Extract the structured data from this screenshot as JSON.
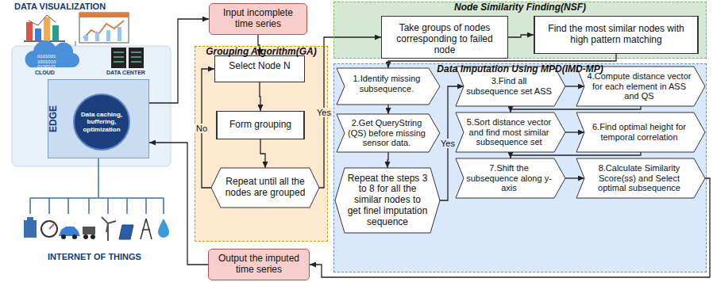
{
  "diagram": {
    "nodes": [
      {
        "text": [
          "EDGE"
        ]
      },
      {
        "text": [
          "Data caching, buffering, optimization"
        ],
        "in": 0
      },
      {
        "text": [
          "Input incomplete time series"
        ]
      },
      {
        "text": [
          "Grouping Algorithm(GA)"
        ]
      },
      {
        "text": [
          "Select Node N"
        ],
        "in": 3
      },
      {
        "text": [
          "Form grouping"
        ],
        "in": 3
      },
      {
        "text": [
          "Repeat until all the nodes are grouped"
        ],
        "in": 3
      },
      {
        "text": [
          "Output the imputed time series"
        ]
      },
      {
        "text": [
          "Node Similarity Finding(NSF)"
        ]
      },
      {
        "text": [
          "Take groups of nodes corresponding to failed node"
        ],
        "in": 8
      },
      {
        "text": [
          "Find the most similar nodes with high pattern matching"
        ],
        "in": 8
      },
      {
        "text": [
          "Data Imputation Using MPD(IMD-MP)"
        ]
      },
      {
        "text": [
          "1.Identify missing subsequence."
        ],
        "in": 11
      },
      {
        "text": [
          "2.Get QueryString (QS) before missing sensor data."
        ],
        "in": 11
      },
      {
        "text": [
          "Repeat the steps 3 to 8 for all the similar nodes to get finel imputation sequence"
        ],
        "in": 11
      },
      {
        "text": [
          "3.Find all subsequence set ASS"
        ],
        "in": 11
      },
      {
        "text": [
          "4.Compute distance vector for each element in ASS and QS"
        ],
        "in": 11
      },
      {
        "text": [
          "5.Sort distance vector and find most similar subsequence set"
        ],
        "in": 11
      },
      {
        "text": [
          "6.Find optimal height for temporal correlation"
        ],
        "in": 11
      },
      {
        "text": [
          "7.Shift the subsequence along y-axis"
        ],
        "in": 11
      },
      {
        "text": [
          "8.Calculate Similarity Score(ss) and Select optimal subsequence"
        ],
        "in": 11
      }
    ],
    "edges": [
      {
        "from": 0,
        "to": 2,
        "arrow": "to"
      },
      {
        "from": 2,
        "to": 4,
        "arrow": "to"
      },
      {
        "from": 4,
        "to": 5,
        "arrow": "to"
      },
      {
        "from": 5,
        "to": 6,
        "arrow": "to"
      },
      {
        "from": 6,
        "to": 4,
        "label": "No",
        "arrow": "to"
      },
      {
        "from": 6,
        "to": 9,
        "label": "Yes",
        "arrow": "to"
      },
      {
        "from": 9,
        "to": 10,
        "arrow": "to"
      },
      {
        "from": 10,
        "to": 12,
        "arrow": "to"
      },
      {
        "from": 12,
        "to": 13,
        "arrow": "to"
      },
      {
        "from": 13,
        "to": 14,
        "arrow": "to"
      },
      {
        "from": 14,
        "to": 15,
        "label": "Yes",
        "arrow": "to"
      },
      {
        "from": 15,
        "to": 16,
        "arrow": "to"
      },
      {
        "from": 16,
        "to": 17,
        "arrow": "to"
      },
      {
        "from": 17,
        "to": 18,
        "arrow": "to"
      },
      {
        "from": 18,
        "to": 19,
        "arrow": "to"
      },
      {
        "from": 19,
        "to": 20,
        "arrow": "to"
      },
      {
        "from": 20,
        "to": 7,
        "arrow": "to"
      },
      {
        "from": 7,
        "to": 0,
        "arrow": "to"
      }
    ],
    "labels": [
      "DATA VISUALIZATION",
      "0101001 1001010 0100101",
      "CLOUD",
      "DATA CENTER",
      "INTERNET OF THINGS"
    ]
  }
}
